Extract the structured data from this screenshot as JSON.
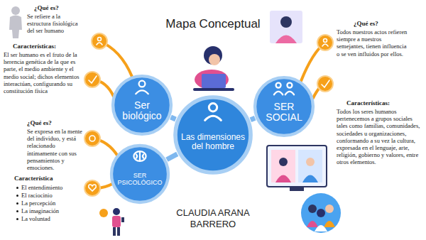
{
  "diagram": {
    "title": "Mapa Conceptual",
    "nodes": [
      {
        "text": [
          "Ser biológico"
        ]
      },
      {
        "text": [
          "SER SOCIAL"
        ]
      },
      {
        "text": [
          "Las dimensiones del hombre"
        ]
      },
      {
        "text": [
          "SER PSICOLÓGICO"
        ]
      }
    ],
    "edges": [
      {
        "from": 2,
        "to": 0,
        "arrow": "none"
      },
      {
        "from": 2,
        "to": 1,
        "arrow": "none"
      },
      {
        "from": 2,
        "to": 3,
        "arrow": "none"
      }
    ],
    "labels": [
      "¿Qué es?",
      "Se refiere a la estructura fisiológica del ser humano",
      "Características:",
      "El ser humano es el fruto de la herencia genética de la que es parte, el medio ambiente y el medio social; dichos elementos interactúan, configurando su constitución física",
      "¿Qué es?",
      "Todos nuestros actos refieren siempre a nuestros semejantes, tienen influencia o se ven influidos por ellos.",
      "Características:",
      "Todos los seres humanos pertenecemos a grupos sociales tales como familias, comunidades, sociedades u organizaciones, conformando a su vez la cultura, expresada en el lenguaje, arte, religión, gobierno y valores, entre otros elementos.",
      "¿Qué es?",
      "Se expresa en la mente del individuo, y está relacionado íntimamente con sus pensamientos y emociones.",
      "Característica",
      "El entendimiento",
      "El raciocinio",
      "La percepción",
      "La imaginación",
      "La voluntad",
      "CLAUDIA ARANA BARRERO"
    ]
  }
}
